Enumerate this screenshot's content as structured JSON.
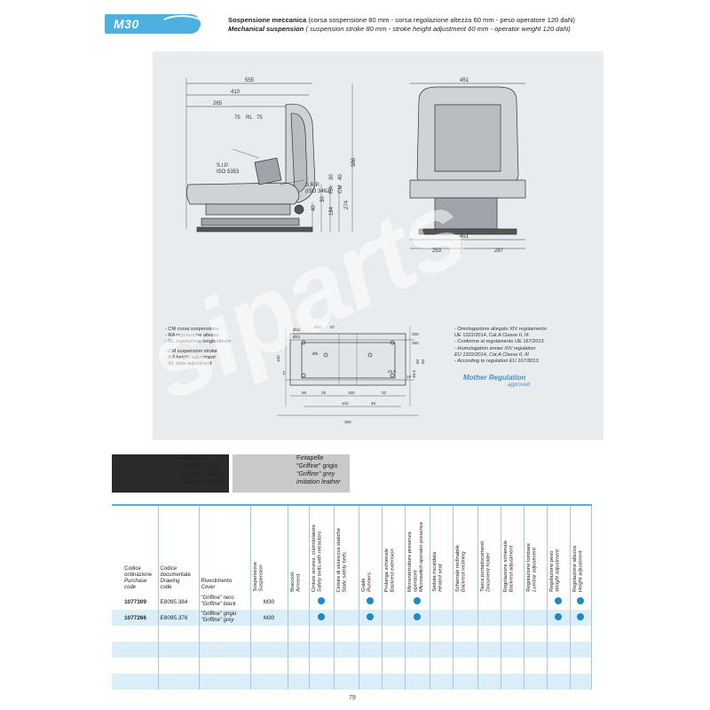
{
  "header": {
    "model_badge": "M30",
    "line1_bold": "Sospensione meccanica",
    "line1_rest": " (corsa sospensione 80 mm - corsa regolazione altezza 60 mm - peso operatore 120 daN)",
    "line2_bold": "Mechanical suspension",
    "line2_rest": " ( suspension stroke 80 mm - stroke height adjustment 60 mm - operator weight 120 daN)"
  },
  "drawing": {
    "side_dims": {
      "d555": "555",
      "d410": "410",
      "d265": "265",
      "d75a": "75",
      "rl": "RL",
      "d75b": "75",
      "sip": "S.I.P.",
      "iso5353": "ISO 5353",
      "srp": "S.R.P.",
      "iso3462": "(ISO 3462)",
      "d586": "586",
      "cm40": "40",
      "cm": "CM",
      "ra30": "30",
      "ra": "RA",
      "d30": "30",
      "d184": "184",
      "d274": "274",
      "d40": "40"
    },
    "front_dims": {
      "d451top": "451",
      "d451bot": "451",
      "d253": "253",
      "d287": "287"
    },
    "base_dims": {
      "d11a": "Ø11",
      "d11b": "Ø11",
      "d12": "Ø12",
      "d57": "57",
      "d8": "Ø8",
      "d250": "250",
      "d260": "260",
      "d100": "100",
      "d77": "77",
      "d50": "50",
      "d84": "84",
      "d56": "56",
      "d25": "25",
      "d160": "160",
      "d22": "22",
      "d22_8": "22.8",
      "d48_5": "48.5",
      "d19": "19",
      "d360": "360",
      "d102": "102",
      "d48": "48"
    }
  },
  "notes_left": {
    "it1": "- CM corsa sospensione",
    "it2": "- RA regolazione altezza",
    "it3": "- RL regolazione longitudinale",
    "en1": "- CM suspension stroke",
    "en2": "- RA height adjustment",
    "en3": "- RL slide adjustment"
  },
  "notes_right": {
    "it1": "- Omologazione allegato XIV regolamento",
    "it2": "  UE 1322/2014, Cat.A Classe II, III",
    "it3": "- Conforme al regolamento UE 167/2013",
    "en1": "- Homologation annex XIV regulation",
    "en2": "  EU 1322/2014, Cat.A Classe II, III",
    "en3": "- According to regulation EU 167/2013"
  },
  "mother": {
    "title": "Mother Regulation",
    "sub": "approved"
  },
  "swatches": {
    "black": {
      "l1": "Fintapelle",
      "l2": "\"Griffine\" nero",
      "l3": "\"Griffine\" black",
      "l4": "imitation leather"
    },
    "grey": {
      "l1": "Fintapelle",
      "l2": "\"Griffine\" grigio",
      "l3": "\"Griffine\" grey",
      "l4": "imitation leather"
    }
  },
  "table": {
    "headers": {
      "code_it1": "Codice",
      "code_it2": "ordinazione",
      "code_en1": "Purchase",
      "code_en2": "code",
      "draw_it1": "Codice",
      "draw_it2": "documentale",
      "draw_en1": "Drawing",
      "draw_en2": "code",
      "cover_it": "Rivestimento",
      "cover_en": "Cover",
      "susp_it": "Sospensione",
      "susp_en": "Suspension",
      "arm_it": "Braccioli",
      "arm_en": "Armrest",
      "belt_r_it": "Cinture sicurez. c/arrotolatore",
      "belt_r_en": "Safety belts with retractors",
      "belt_s_it": "Cinture di sicurezza statiche",
      "belt_s_en": "Static safety belts",
      "guide_it": "Guide",
      "guide_en": "Runners",
      "ext_it": "Prolunga schienale",
      "ext_en": "Backrest extension",
      "micro_it1": "Microinterruttore presenza",
      "micro_it2": "operatore",
      "micro_en": "Microswitch operator presence",
      "heat_it": "Seduta riscaldata",
      "heat_en": "Heated seat",
      "recl_it": "Schienale reclinabile",
      "recl_en": "Backrest reclining",
      "doc_it": "Tasca portadocumenti",
      "doc_en": "Document holder",
      "badj_it": "Regolazione schienale",
      "badj_en": "Backrest adjustment",
      "lumb_it": "Regolazione lombare",
      "lumb_en": "Lumbar adjustment",
      "wgt_it": "Regolazione peso",
      "wgt_en": "Weight adjustment",
      "hgt_it": "Regolazione altezza",
      "hgt_en": "Height adjustment"
    },
    "rows": [
      {
        "code": "1077309",
        "draw": "E8095.384",
        "cover1": "\"Griffine\" nero",
        "cover2": "\"Griffine\" black",
        "susp": "M30"
      },
      {
        "code": "1077266",
        "draw": "E8095.376",
        "cover1": "\"Griffine\" grigio",
        "cover2": "\"Griffine\" grey",
        "susp": "M30"
      }
    ]
  },
  "page_number": "79",
  "watermark": "siparts",
  "colors": {
    "accent": "#4db1e0",
    "dot": "#1a8bc8",
    "row_tint": "#dbeef8",
    "panel": "#e9ecef"
  }
}
